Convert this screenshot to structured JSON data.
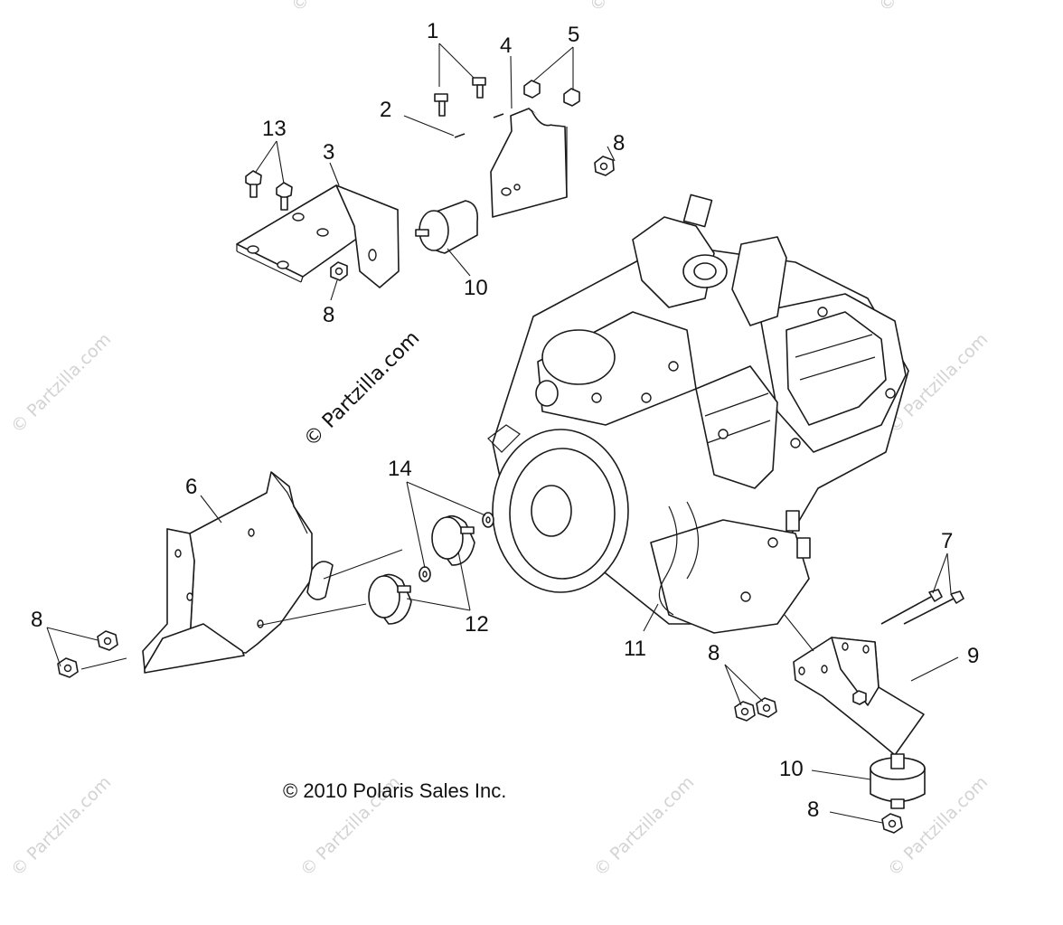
{
  "diagram": {
    "copyright": "© 2010 Polaris Sales Inc.",
    "watermark_center": "© Partzilla.com",
    "watermark_repeat": "© Partzilla.com",
    "callouts": {
      "c1": "1",
      "c2": "2",
      "c3": "3",
      "c4": "4",
      "c5": "5",
      "c6": "6",
      "c7": "7",
      "c8a": "8",
      "c8b": "8",
      "c8c": "8",
      "c8d": "8",
      "c8e": "8",
      "c9": "9",
      "c10a": "10",
      "c10b": "10",
      "c11": "11",
      "c12": "12",
      "c13": "13",
      "c14": "14"
    }
  }
}
